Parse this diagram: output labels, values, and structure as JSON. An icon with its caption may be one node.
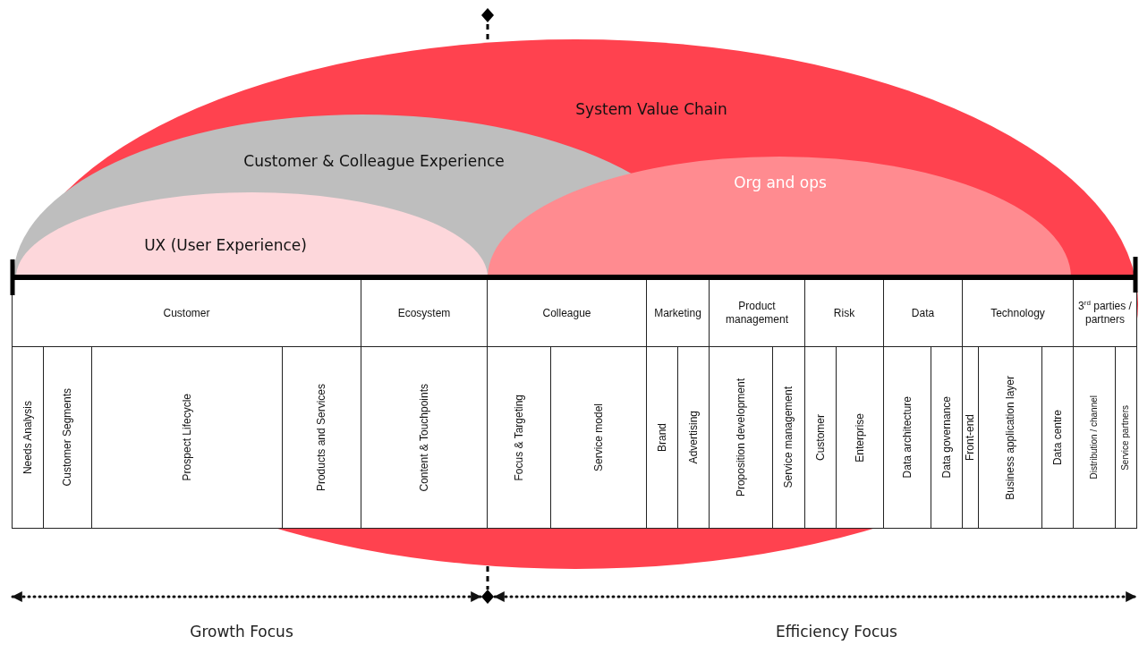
{
  "diagram": {
    "nodes": [
      {
        "text": [
          "System Value Chain"
        ]
      },
      {
        "text": [
          "Customer & Colleague Experience"
        ],
        "in": 0
      },
      {
        "text": [
          "UX (User Experience)"
        ],
        "in": 1
      },
      {
        "text": [
          "Org and ops"
        ],
        "in": 0
      }
    ],
    "labels": [
      "Customer",
      "Ecosystem",
      "Colleague",
      "Marketing",
      "Product management",
      "Risk",
      "Data",
      "Technology",
      "3$^{rd}$ parties / partners",
      "Needs Analysis",
      "Customer Segments",
      "Prospect Lifecycle",
      "Products and Services",
      "Content & Touchpoints",
      "Focus & Targeting",
      "Service model",
      "Brand",
      "Advertising",
      "Proposition development",
      "Service management",
      "Customer",
      "Enterprise",
      "Data architecture",
      "Data governance",
      "Front-end",
      "Business application layer",
      "Data centre",
      "Distribution / channel",
      "Service partners",
      "Growth Focus",
      "Efficiency Focus"
    ]
  }
}
